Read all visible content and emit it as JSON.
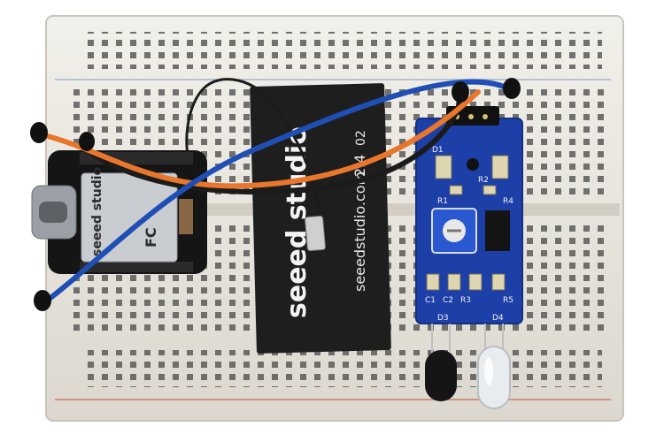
{
  "photo": {
    "antenna": {
      "brand": "seeed studio",
      "url": "seeedstudio.com",
      "band": "2.4",
      "code": "02"
    },
    "mcu_board": {
      "brand": "seeed studio",
      "fc_mark": "FC"
    },
    "ir_sensor": {
      "labels": [
        "D1",
        "R1",
        "R2",
        "R4",
        "R3",
        "R5",
        "C1",
        "C2",
        "D3",
        "D4"
      ]
    },
    "colors": {
      "breadboard": "#e9e6df",
      "wire_black": "#1b1b1b",
      "wire_orange": "#e8762c",
      "wire_blue": "#1f4fb4",
      "sensor_pcb": "#1c3fa8",
      "antenna_film": "#1e1e1e"
    }
  }
}
